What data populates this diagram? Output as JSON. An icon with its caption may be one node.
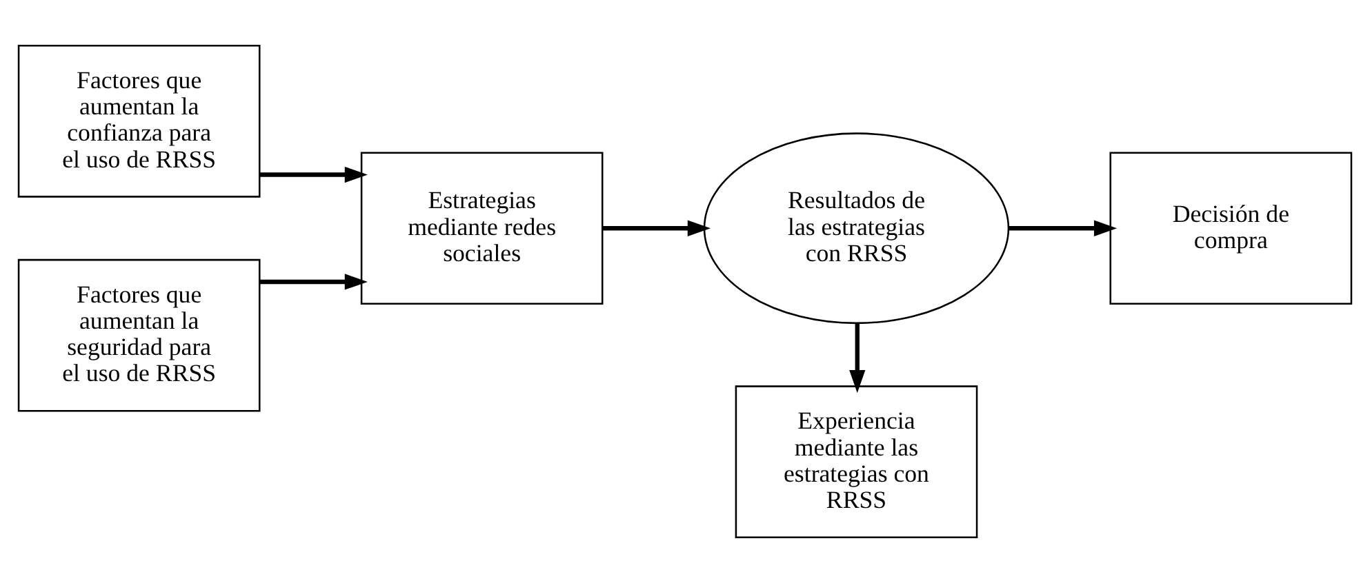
{
  "diagram": {
    "nodes": [
      {
        "text": [
          "Factores que aumentan la confianza para el uso de RRSS"
        ]
      },
      {
        "text": [
          "Factores que aumentan la seguridad para el uso de RRSS"
        ]
      },
      {
        "text": [
          "Estrategias mediante redes sociales"
        ]
      },
      {
        "text": [
          "Resultados de las estrategias con RRSS"
        ]
      },
      {
        "text": [
          "Decisión de compra"
        ]
      },
      {
        "text": [
          "Experiencia mediante las estrategias con RRSS"
        ]
      }
    ],
    "edges": [
      {
        "from": 0,
        "to": 2,
        "arrow": "to"
      },
      {
        "from": 1,
        "to": 2,
        "arrow": "to"
      },
      {
        "from": 2,
        "to": 3,
        "arrow": "to"
      },
      {
        "from": 3,
        "to": 4,
        "arrow": "to"
      },
      {
        "from": 3,
        "to": 5,
        "arrow": "to"
      }
    ]
  }
}
